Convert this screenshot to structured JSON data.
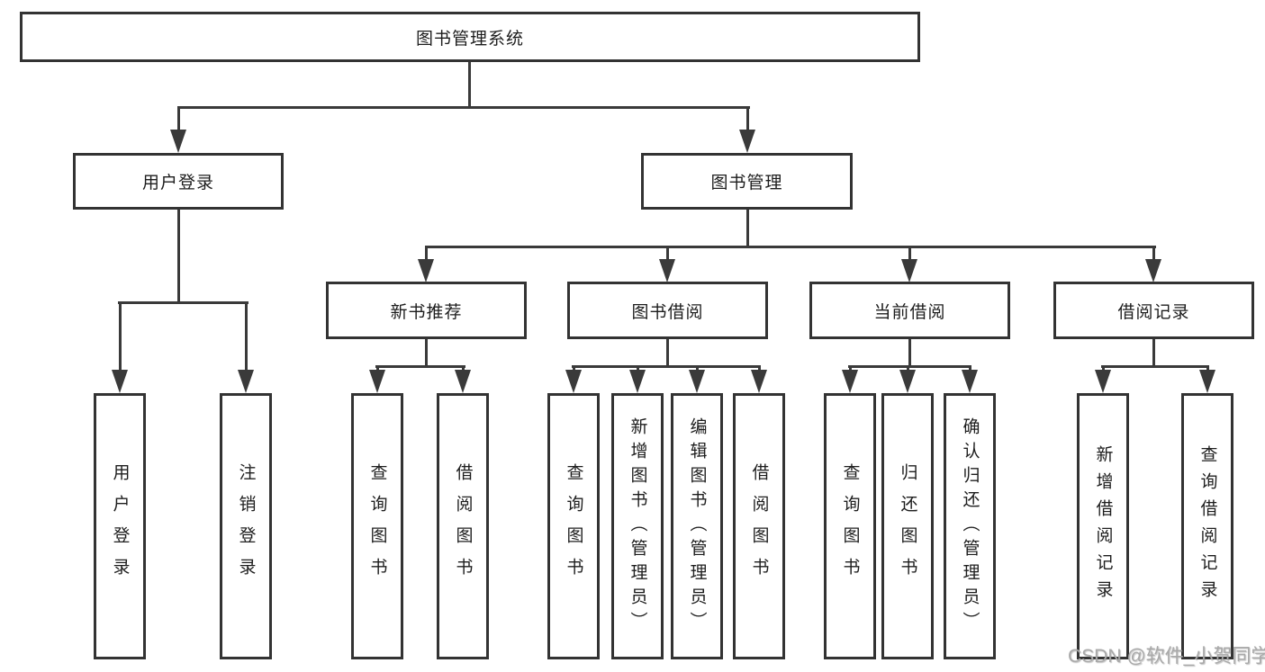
{
  "d": {
    "root": {
      "label": "图书管理系统"
    },
    "l2": [
      {
        "label": "用户登录"
      },
      {
        "label": "图书管理"
      }
    ],
    "l3": [
      {
        "label": "新书推荐"
      },
      {
        "label": "图书借阅"
      },
      {
        "label": "当前借阅"
      },
      {
        "label": "借阅记录"
      }
    ],
    "leaves": {
      "g1": [
        {
          "label": "用户登录"
        },
        {
          "label": "注销登录"
        }
      ],
      "g2": [
        {
          "label": "查询图书"
        },
        {
          "label": "借阅图书"
        }
      ],
      "g3": [
        {
          "label": "查询图书"
        },
        {
          "label": "新增图书（管理员）"
        },
        {
          "label": "编辑图书（管理员）"
        },
        {
          "label": "借阅图书"
        }
      ],
      "g4": [
        {
          "label": "查询图书"
        },
        {
          "label": "归还图书"
        },
        {
          "label": "确认归还（管理员）"
        }
      ],
      "g5": [
        {
          "label": "新增借阅记录"
        },
        {
          "label": "查询借阅记录"
        }
      ]
    },
    "watermark": "CSDN @软件_小贺同学",
    "colors": {
      "line": "#3a3a3a",
      "border": "#333333",
      "fill": "#ffffff",
      "text": "#1d1d1d",
      "watermark": "#a9a9a9"
    }
  }
}
